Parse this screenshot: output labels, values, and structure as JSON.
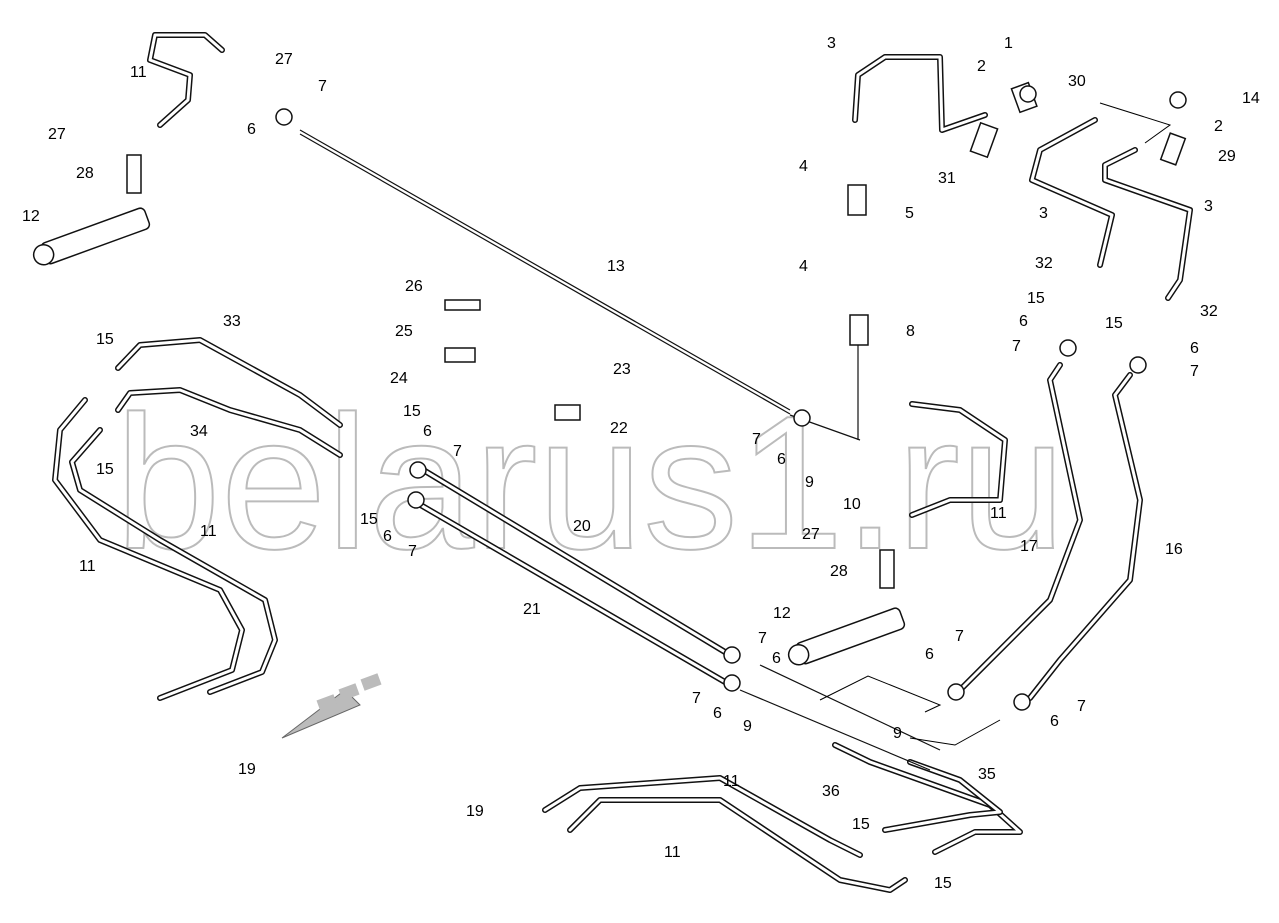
{
  "diagram": {
    "watermark": "belarus1.ru",
    "callouts": [
      "11",
      "27",
      "7",
      "6",
      "27",
      "28",
      "12",
      "3",
      "1",
      "2",
      "30",
      "14",
      "2",
      "4",
      "5",
      "31",
      "3",
      "3",
      "29",
      "4",
      "13",
      "26",
      "8",
      "32",
      "15",
      "6",
      "7",
      "32",
      "15",
      "6",
      "7",
      "25",
      "33",
      "15",
      "23",
      "24",
      "34",
      "15",
      "6",
      "7",
      "22",
      "7",
      "6",
      "9",
      "10",
      "11",
      "15",
      "15",
      "6",
      "7",
      "11",
      "11",
      "20",
      "27",
      "17",
      "16",
      "28",
      "21",
      "12",
      "7",
      "6",
      "6",
      "7",
      "7",
      "6",
      "7",
      "6",
      "9",
      "9",
      "19",
      "36",
      "35",
      "11",
      "19",
      "15",
      "11",
      "15"
    ]
  }
}
